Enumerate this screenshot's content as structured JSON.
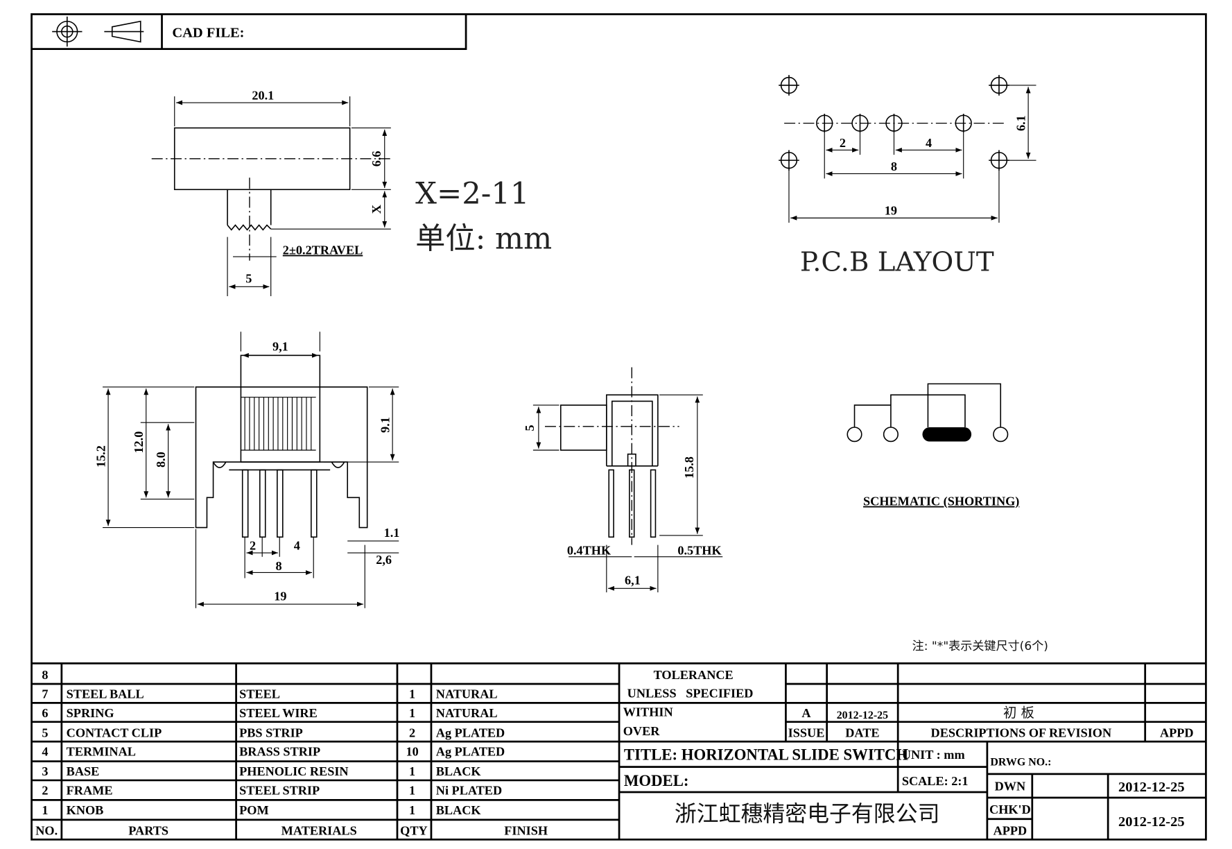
{
  "header": {
    "cad_file_label": "CAD FILE:",
    "projection_icons": [
      "crosshair-circle-icon",
      "truncated-cone-icon"
    ]
  },
  "top_view": {
    "width_dim": "20.1",
    "height_dim": "6.6",
    "x_dim": "X",
    "travel": "2±0.2TRAVEL",
    "knob_dim": "5"
  },
  "spec": {
    "x_range": "X=2-11",
    "unit": "单位: mm"
  },
  "pcb": {
    "dims": [
      "2",
      "4",
      "8",
      "19",
      "6.1"
    ],
    "title": "P.C.B LAYOUT"
  },
  "front_view": {
    "dims": [
      "9,1",
      "15.2",
      "12.0",
      "8.0",
      "9.1",
      "2",
      "4",
      "8",
      "19",
      "1.1",
      "2,6"
    ]
  },
  "side_view": {
    "dims": [
      "5",
      "15.8",
      "6,1"
    ],
    "thk_left": "0.4THK",
    "thk_right": "0.5THK"
  },
  "schematic": {
    "label": "SCHEMATIC (SHORTING)"
  },
  "note": "注: \"*\"表示关键尺寸(6个)",
  "bom": {
    "headers": [
      "NO.",
      "PARTS",
      "MATERIALS",
      "QTY",
      "FINISH"
    ],
    "rows": [
      [
        "8",
        "",
        "",
        "",
        ""
      ],
      [
        "7",
        "STEEL BALL",
        "STEEL",
        "1",
        "NATURAL"
      ],
      [
        "6",
        "SPRING",
        "STEEL WIRE",
        "1",
        "NATURAL"
      ],
      [
        "5",
        "CONTACT CLIP",
        "PBS STRIP",
        "2",
        "Ag PLATED"
      ],
      [
        "4",
        "TERMINAL",
        "BRASS STRIP",
        "10",
        "Ag PLATED"
      ],
      [
        "3",
        "BASE",
        "PHENOLIC RESIN",
        "1",
        "BLACK"
      ],
      [
        "2",
        "FRAME",
        "STEEL STRIP",
        "1",
        "Ni PLATED"
      ],
      [
        "1",
        "KNOB",
        "POM",
        "1",
        "BLACK"
      ]
    ]
  },
  "title_block": {
    "tolerance": "TOLERANCE",
    "unless": "UNLESS   SPECIFIED",
    "within": "WITHIN",
    "over": "OVER",
    "issue_value": "A",
    "issue_date": "2012-12-25",
    "revision_desc": "初 板",
    "issue_label": "ISSUE",
    "date_label": "DATE",
    "desc_label": "DESCRIPTIONS OF REVISION",
    "appd_label": "APPD",
    "title": "TITLE: HORIZONTAL SLIDE SWITCH",
    "unit": "UNIT : mm",
    "drwg_no": "DRWG NO.:",
    "model": "MODEL:",
    "scale": "SCALE: 2:1",
    "company": "浙江虹穗精密电子有限公司",
    "dwn_label": "DWN",
    "dwn_date": "2012-12-25",
    "chkd_label": "CHK'D",
    "appd2_label": "APPD",
    "chk_date": "2012-12-25"
  }
}
